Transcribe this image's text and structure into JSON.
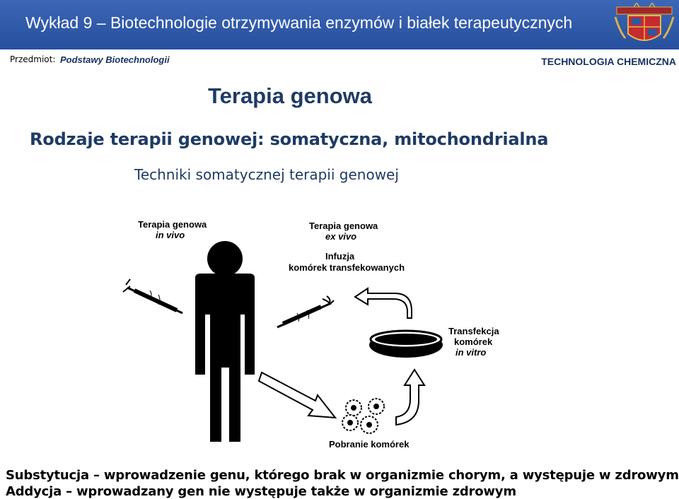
{
  "header": {
    "title": "Wykład 9 – Biotechnologie otrzymywania enzymów i białek terapeutycznych",
    "crest_icon": "university-crest-icon"
  },
  "subject": {
    "label": "Przedmiot:",
    "name": "Podstawy Biotechnologii",
    "department": "TECHNOLOGIA CHEMICZNA"
  },
  "slide": {
    "title": "Terapia genowa",
    "subtitle": "Rodzaje terapii genowej: somatyczna, mitochondrialna",
    "subtitle2": "Techniki somatycznej terapii genowej"
  },
  "diagram": {
    "in_vivo_line1": "Terapia genowa",
    "in_vivo_line2": "in vivo",
    "ex_vivo_line1": "Terapia genowa",
    "ex_vivo_line2": "ex vivo",
    "infusion_line1": "Infuzja",
    "infusion_line2": "komórek transfekowanych",
    "transfection_line1": "Transfekcja",
    "transfection_line2": "komórek",
    "transfection_line3": "in vitro",
    "collection": "Pobranie komórek"
  },
  "footer": {
    "line1": "Substytucja – wprowadzenie genu, którego brak w organizmie chorym, a występuje w zdrowym",
    "line2": "Addycja – wprowadzany gen nie występuje także w organizmie zdrowym"
  },
  "colors": {
    "header_bg": "#3c66b6",
    "heading_text": "#1f3b64",
    "dept_text": "#15305e"
  }
}
